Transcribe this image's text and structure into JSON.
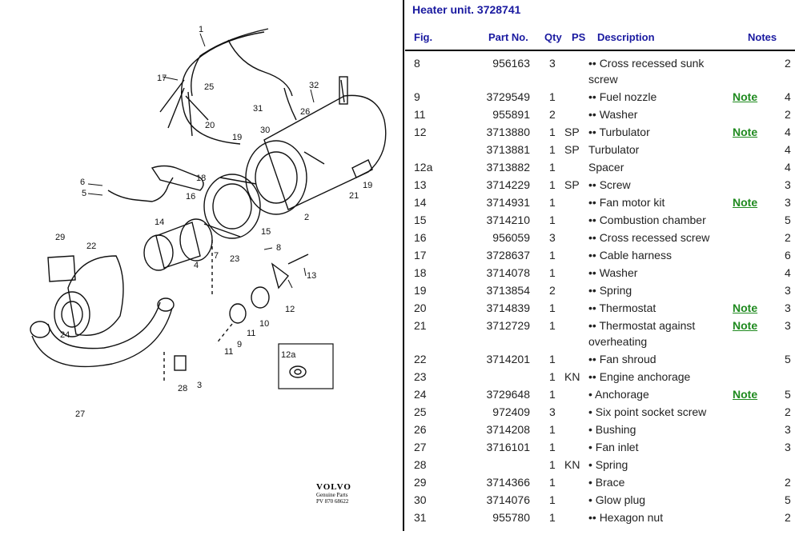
{
  "title": "Heater unit. 3728741",
  "headers": {
    "fig": "Fig.",
    "part_no": "Part No.",
    "qty": "Qty",
    "ps": "PS",
    "description": "Description",
    "notes": "Notes"
  },
  "rows": [
    {
      "fig": "8",
      "part": "956163",
      "qty": "3",
      "ps": "",
      "desc": "•• Cross recessed sunk screw",
      "note": "",
      "end": "2",
      "lines": 2
    },
    {
      "fig": "9",
      "part": "3729549",
      "qty": "1",
      "ps": "",
      "desc": "•• Fuel nozzle",
      "note": "Note",
      "end": "4",
      "lines": 1
    },
    {
      "fig": "11",
      "part": "955891",
      "qty": "2",
      "ps": "",
      "desc": "•• Washer",
      "note": "",
      "end": "2",
      "lines": 1
    },
    {
      "fig": "12",
      "part": "3713880",
      "qty": "1",
      "ps": "SP",
      "desc": "•• Turbulator",
      "note": "Note",
      "end": "4",
      "lines": 1
    },
    {
      "fig": "",
      "part": "3713881",
      "qty": "1",
      "ps": "SP",
      "desc": "Turbulator",
      "note": "",
      "end": "4",
      "lines": 1
    },
    {
      "fig": "12a",
      "part": "3713882",
      "qty": "1",
      "ps": "",
      "desc": "Spacer",
      "note": "",
      "end": "4",
      "lines": 1
    },
    {
      "fig": "13",
      "part": "3714229",
      "qty": "1",
      "ps": "SP",
      "desc": "•• Screw",
      "note": "",
      "end": "3",
      "lines": 1
    },
    {
      "fig": "14",
      "part": "3714931",
      "qty": "1",
      "ps": "",
      "desc": "•• Fan motor kit",
      "note": "Note",
      "end": "3",
      "lines": 1
    },
    {
      "fig": "15",
      "part": "3714210",
      "qty": "1",
      "ps": "",
      "desc": "•• Combustion chamber",
      "note": "",
      "end": "5",
      "lines": 1
    },
    {
      "fig": "16",
      "part": "956059",
      "qty": "3",
      "ps": "",
      "desc": "•• Cross recessed screw",
      "note": "",
      "end": "2",
      "lines": 1
    },
    {
      "fig": "17",
      "part": "3728637",
      "qty": "1",
      "ps": "",
      "desc": "•• Cable harness",
      "note": "",
      "end": "6",
      "lines": 1
    },
    {
      "fig": "18",
      "part": "3714078",
      "qty": "1",
      "ps": "",
      "desc": "•• Washer",
      "note": "",
      "end": "4",
      "lines": 1
    },
    {
      "fig": "19",
      "part": "3713854",
      "qty": "2",
      "ps": "",
      "desc": "•• Spring",
      "note": "",
      "end": "3",
      "lines": 1
    },
    {
      "fig": "20",
      "part": "3714839",
      "qty": "1",
      "ps": "",
      "desc": "•• Thermostat",
      "note": "Note",
      "end": "3",
      "lines": 1
    },
    {
      "fig": "21",
      "part": "3712729",
      "qty": "1",
      "ps": "",
      "desc": "•• Thermostat against overheating",
      "note": "Note",
      "end": "3",
      "lines": 2
    },
    {
      "fig": "22",
      "part": "3714201",
      "qty": "1",
      "ps": "",
      "desc": "•• Fan shroud",
      "note": "",
      "end": "5",
      "lines": 1
    },
    {
      "fig": "23",
      "part": "",
      "qty": "1",
      "ps": "KN",
      "desc": "•• Engine anchorage",
      "note": "",
      "end": "",
      "lines": 1
    },
    {
      "fig": "24",
      "part": "3729648",
      "qty": "1",
      "ps": "",
      "desc": "• Anchorage",
      "note": "Note",
      "end": "5",
      "lines": 1
    },
    {
      "fig": "25",
      "part": "972409",
      "qty": "3",
      "ps": "",
      "desc": "• Six point socket screw",
      "note": "",
      "end": "2",
      "lines": 1
    },
    {
      "fig": "26",
      "part": "3714208",
      "qty": "1",
      "ps": "",
      "desc": "• Bushing",
      "note": "",
      "end": "3",
      "lines": 1
    },
    {
      "fig": "27",
      "part": "3716101",
      "qty": "1",
      "ps": "",
      "desc": "• Fan inlet",
      "note": "",
      "end": "3",
      "lines": 1
    },
    {
      "fig": "28",
      "part": "",
      "qty": "1",
      "ps": "KN",
      "desc": "• Spring",
      "note": "",
      "end": "",
      "lines": 1
    },
    {
      "fig": "29",
      "part": "3714366",
      "qty": "1",
      "ps": "",
      "desc": "• Brace",
      "note": "",
      "end": "2",
      "lines": 1
    },
    {
      "fig": "30",
      "part": "3714076",
      "qty": "1",
      "ps": "",
      "desc": "• Glow plug",
      "note": "",
      "end": "5",
      "lines": 1
    },
    {
      "fig": "31",
      "part": "955780",
      "qty": "1",
      "ps": "",
      "desc": "•• Hexagon nut",
      "note": "",
      "end": "2",
      "lines": 1
    }
  ],
  "diagram": {
    "labels": [
      "1",
      "2",
      "3",
      "4",
      "5",
      "6",
      "7",
      "8",
      "9",
      "10",
      "11",
      "11",
      "12",
      "13",
      "14",
      "15",
      "16",
      "17",
      "18",
      "19",
      "19",
      "20",
      "21",
      "22",
      "23",
      "24",
      "25",
      "26",
      "27",
      "28",
      "29",
      "30",
      "31",
      "32",
      "12a"
    ],
    "logo": {
      "brand": "VOLVO",
      "line1": "Genuine Parts",
      "line2": "PV 870 68622"
    }
  },
  "colors": {
    "title": "#1a1aa0",
    "note": "#1f8a1f"
  }
}
